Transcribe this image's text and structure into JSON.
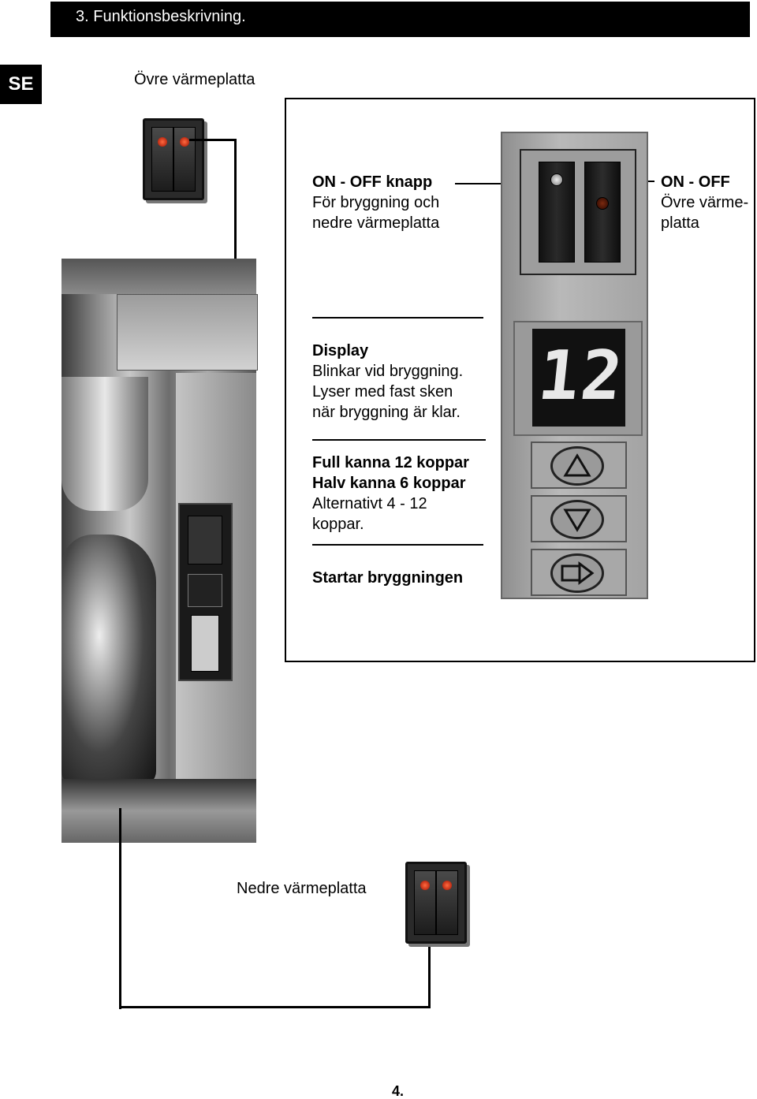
{
  "header": {
    "title": "3. Funktionsbeskrivning."
  },
  "lang_badge": "SE",
  "top_heading": "Övre värmeplatta",
  "callouts": {
    "onoff_main": {
      "title": "ON -  OFF knapp",
      "line1": "För bryggning och",
      "line2": "nedre värmeplatta"
    },
    "onoff_upper": {
      "title": "ON -  OFF",
      "line1": "Övre värme-",
      "line2": "platta"
    },
    "display": {
      "title": "Display",
      "line1": "Blinkar vid bryggning.",
      "line2": "Lyser med fast sken",
      "line3": "när bryggning är klar."
    },
    "cups": {
      "line1": "Full kanna 12 koppar",
      "line2": "Halv kanna 6 koppar",
      "line3": "Alternativt 4 - 12",
      "line4": "koppar."
    },
    "start": {
      "title": "Startar bryggningen"
    }
  },
  "panel": {
    "display_value": "12",
    "icons": [
      "triangle-up-icon",
      "triangle-down-icon",
      "play-icon"
    ]
  },
  "bottom_heading": "Nedre värmeplatta",
  "page_number": "4."
}
